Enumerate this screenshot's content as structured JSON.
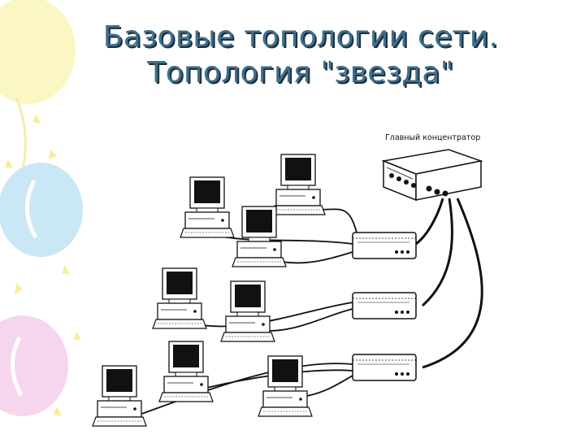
{
  "slide": {
    "title_line1": "Базовые топологии сети.",
    "title_line2": "Топология \"звезда\""
  },
  "diagram": {
    "main_hub_label": "Главный концентратор"
  },
  "colors": {
    "title": "#3e6f8a",
    "title_shadow": "#1d2f3f",
    "balloon_yellow": "#fbf7c4",
    "balloon_blue": "#c9e7f4",
    "balloon_pink": "#f6d6ee"
  }
}
